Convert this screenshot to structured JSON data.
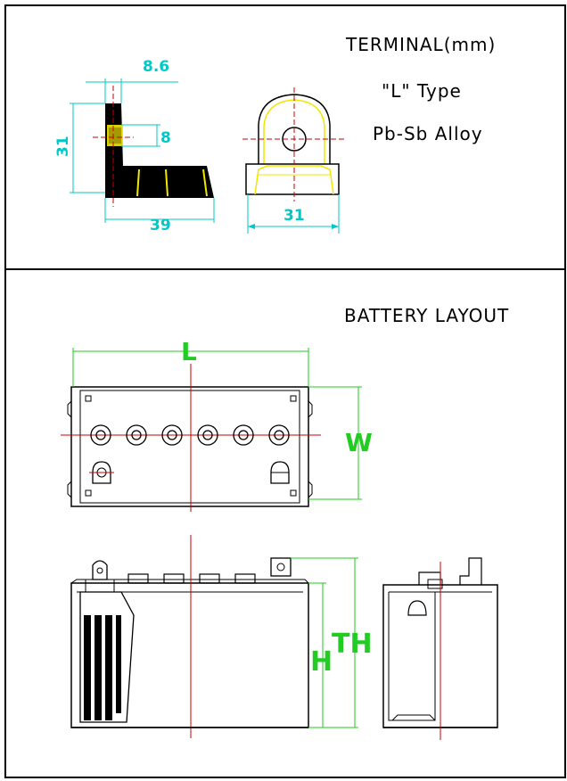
{
  "terminal_panel": {
    "title": "TERMINAL(mm)",
    "type_label": "\"L\" Type",
    "alloy_label": "Pb-Sb Alloy",
    "dim_top_width": "8.6",
    "dim_height": "31",
    "dim_inner": "8",
    "dim_base": "39",
    "dim_front_width": "31"
  },
  "layout_panel": {
    "title": "BATTERY LAYOUT",
    "label_length": "L",
    "label_width": "W",
    "label_height": "H",
    "label_total_height": "TH"
  },
  "colors": {
    "dimension_cyan": "#00c8c8",
    "label_green": "#22cc22",
    "centerline_red": "#cc0000",
    "terminal_yellow": "#f2e600",
    "outline": "#000000"
  }
}
